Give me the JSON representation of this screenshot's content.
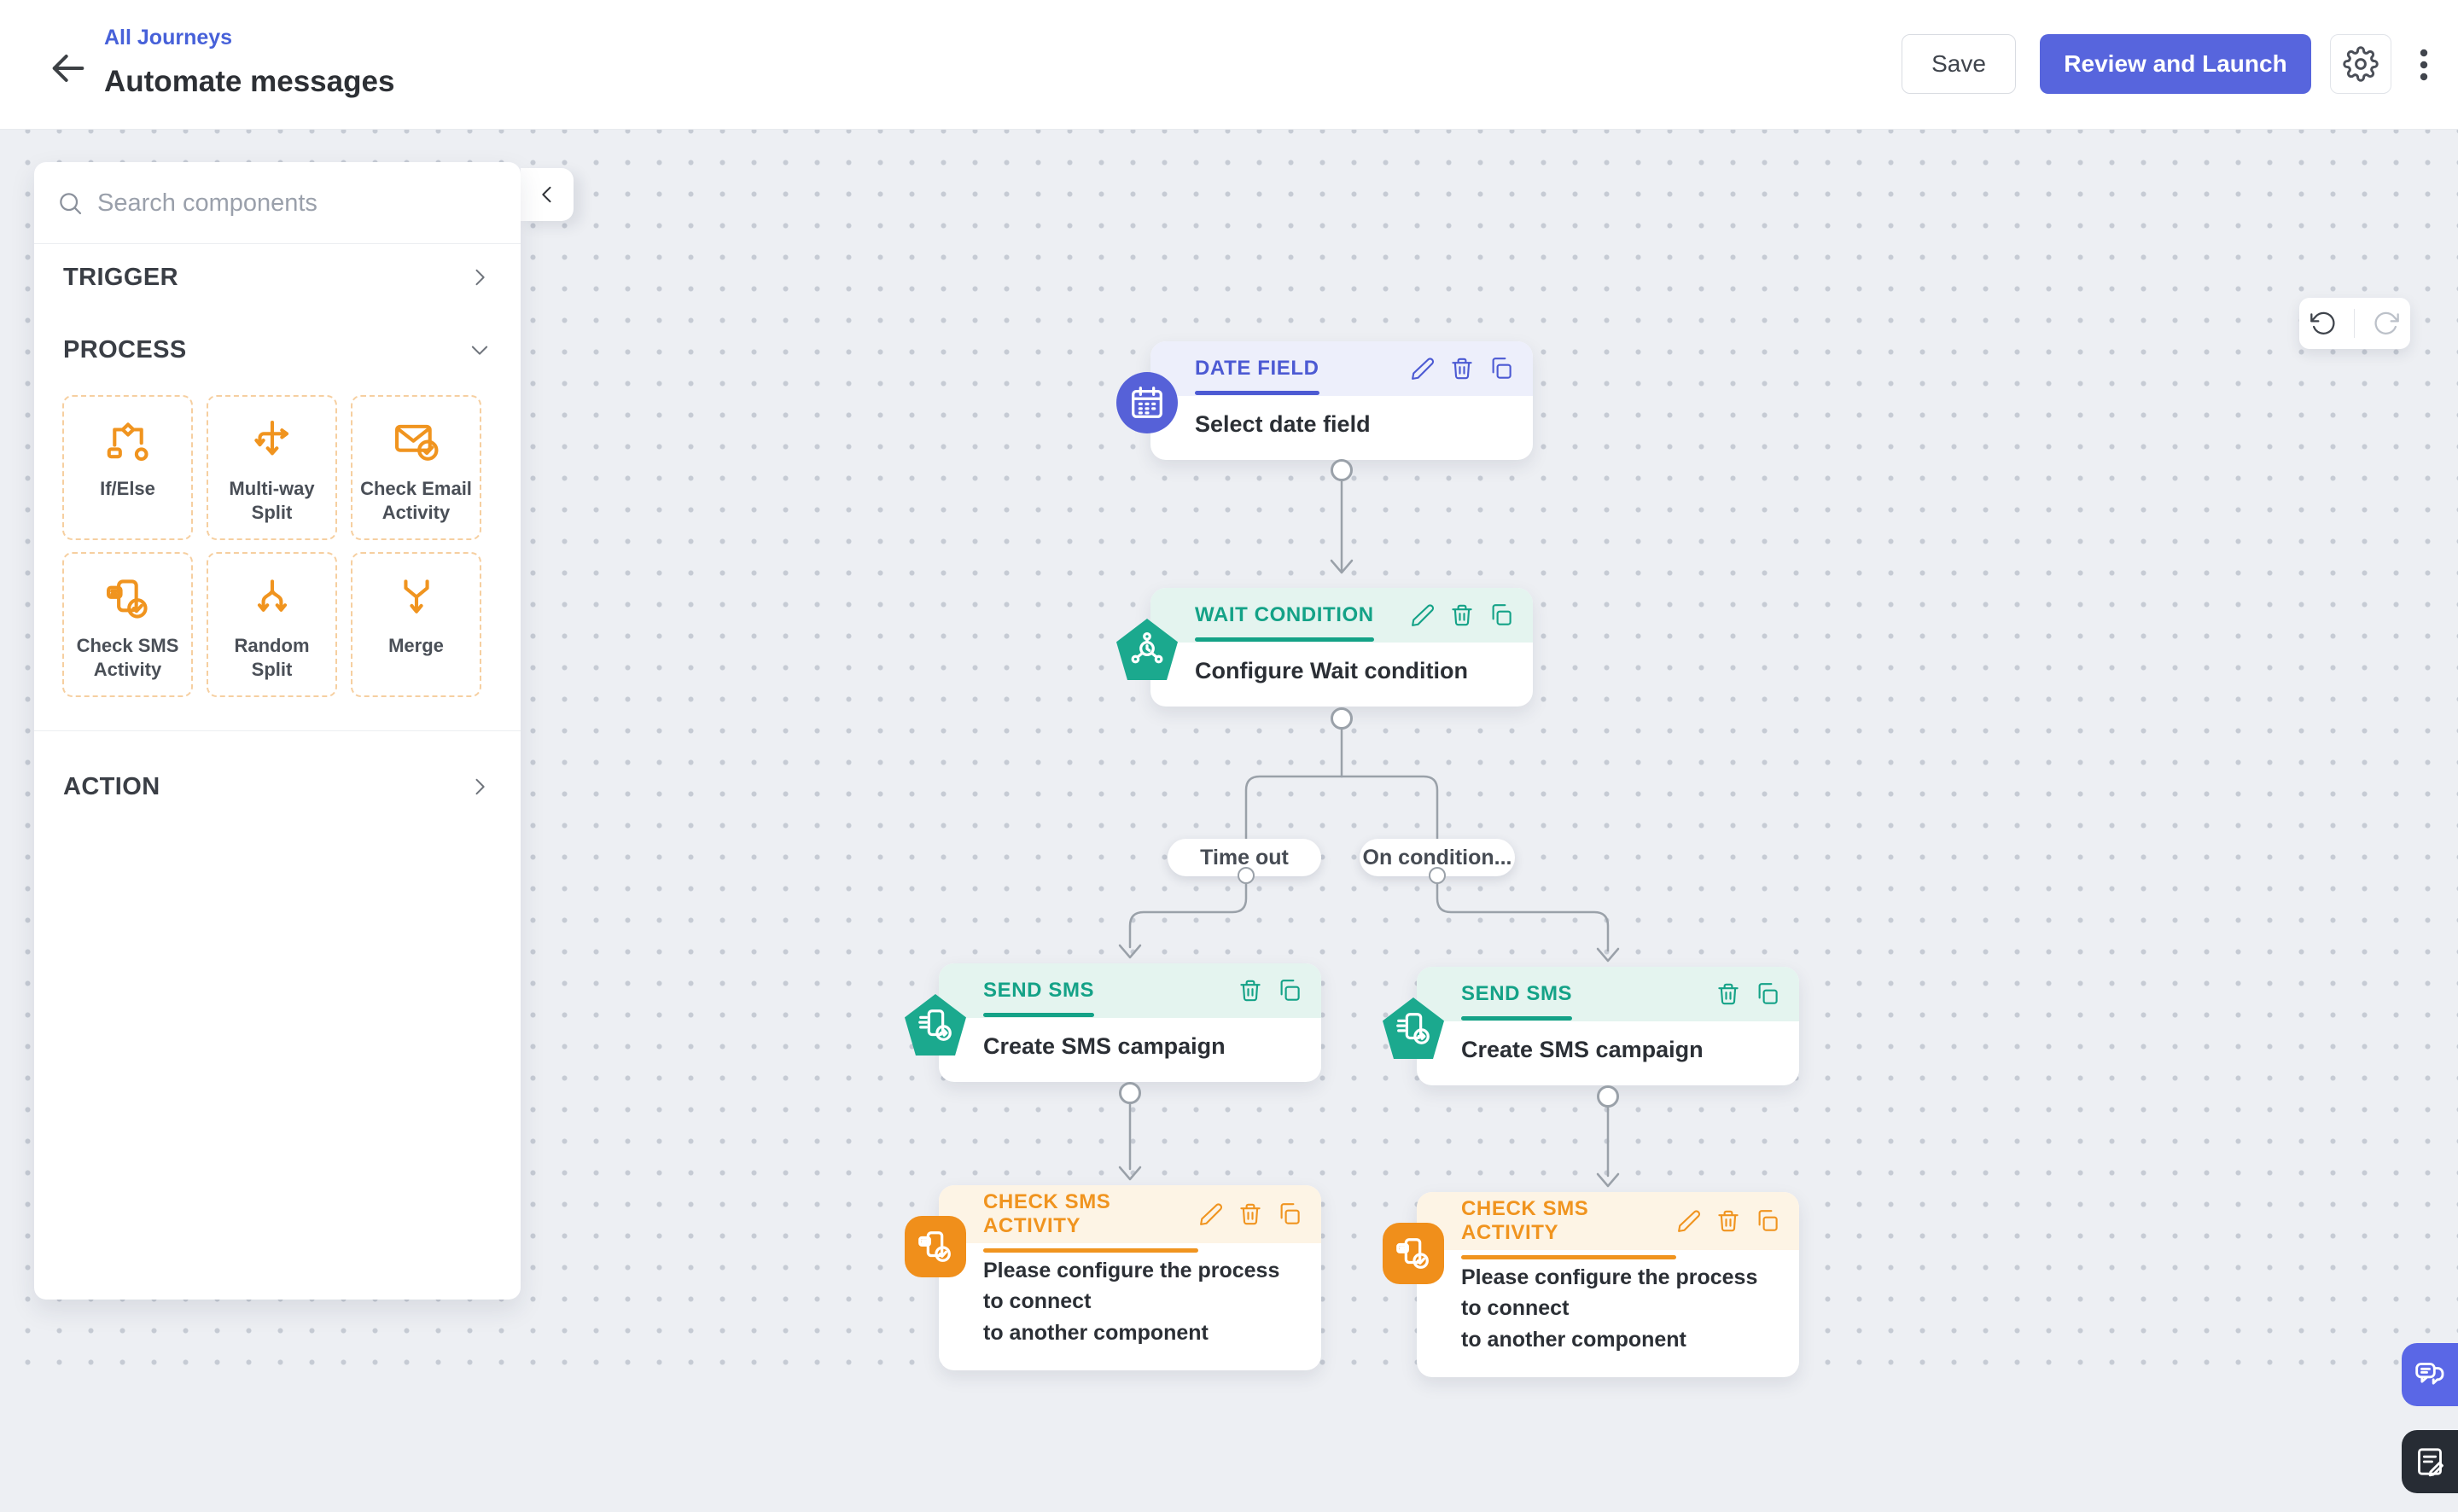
{
  "header": {
    "breadcrumb": "All Journeys",
    "page_title": "Automate messages",
    "save_button": "Save",
    "review_launch_button": "Review and Launch"
  },
  "sidebar": {
    "search_placeholder": "Search components",
    "sections": {
      "trigger": "TRIGGER",
      "process": "PROCESS",
      "action": "ACTION"
    },
    "process_components": [
      {
        "label": "If/Else",
        "icon": "if-else-icon"
      },
      {
        "label": "Multi-way Split",
        "icon": "multiway-split-icon"
      },
      {
        "label": "Check Email Activity",
        "icon": "check-email-activity-icon"
      },
      {
        "label": "Check SMS Activity",
        "icon": "check-sms-activity-icon"
      },
      {
        "label": "Random Split",
        "icon": "random-split-icon"
      },
      {
        "label": "Merge",
        "icon": "merge-icon"
      }
    ]
  },
  "canvas": {
    "nodes": {
      "date_field": {
        "title": "DATE FIELD",
        "description": "Select date field"
      },
      "wait_condition": {
        "title": "WAIT CONDITION",
        "description": "Configure Wait condition"
      },
      "send_sms_left": {
        "title": "SEND SMS",
        "description_prefix": "Create ",
        "description_bold": "SMS campaign"
      },
      "send_sms_right": {
        "title": "SEND SMS",
        "description_prefix": "Create ",
        "description_bold": "SMS campaign"
      },
      "check_sms_left": {
        "title": "CHECK SMS ACTIVITY",
        "description": "Please configure the process to connect\nto another component"
      },
      "check_sms_right": {
        "title": "CHECK SMS ACTIVITY",
        "description": "Please configure the process to connect\nto another component"
      }
    },
    "branch_labels": {
      "timeout": "Time out",
      "on_condition": "On condition..."
    }
  },
  "colors": {
    "indigo": "#5765DD",
    "indigo-deep": "#4C5AD3",
    "indigo-bg": "#EDEFFB",
    "indigo-badge": "#5661D8",
    "teal": "#14A287",
    "teal-bg": "#E4F4EF",
    "teal-badge": "#1BA98E",
    "orange": "#F0941F",
    "orange-bg": "#FDF4E5",
    "orange-badge": "#F08F1B",
    "tile-border": "#F6CFA0",
    "link": "#4761D9",
    "canvas": "#EDEFF3",
    "dot": "#C6CBD4",
    "line": "#9AA1A9",
    "ink": "#2E3237",
    "muted": "#9AA0AB",
    "header-border": "#E8EAEE"
  }
}
